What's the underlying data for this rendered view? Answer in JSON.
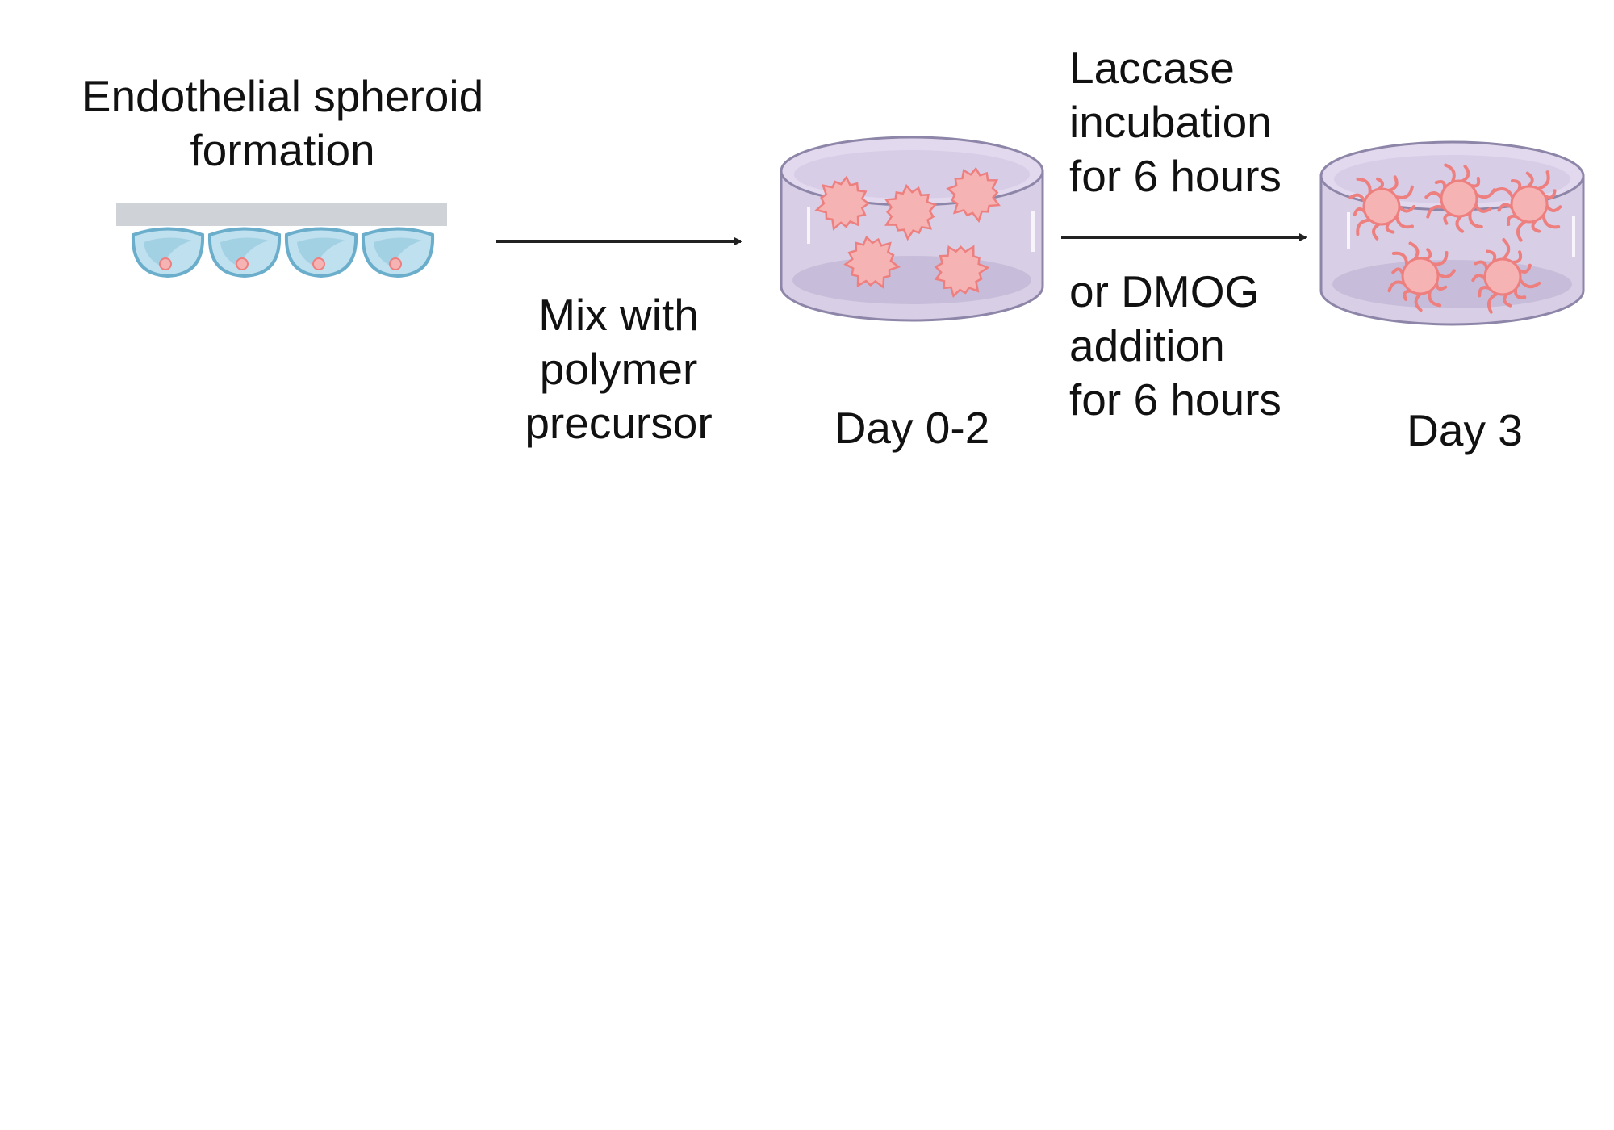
{
  "steps": {
    "formation_line1": "Endothelial spheroid",
    "formation_line2": "formation",
    "mix_line1": "Mix with",
    "mix_line2": "polymer",
    "mix_line3": "precursor",
    "day_a": "Day 0-2",
    "laccase_line1": "Laccase",
    "laccase_line2": "incubation",
    "laccase_line3": "for 6 hours",
    "dmog_line1": "or DMOG",
    "dmog_line2": "addition",
    "dmog_line3": "for 6 hours",
    "day_b": "Day 3"
  },
  "colors": {
    "tray": "#cfd2d6",
    "well_fill": "#bfe0ee",
    "well_stroke": "#6aaecc",
    "gel_fill": "#d8cfe6",
    "gel_stroke": "#8e86a8",
    "spheroid_fill": "#f6b3b3",
    "spheroid_stroke": "#ee7f7f",
    "arrow": "#222222"
  }
}
